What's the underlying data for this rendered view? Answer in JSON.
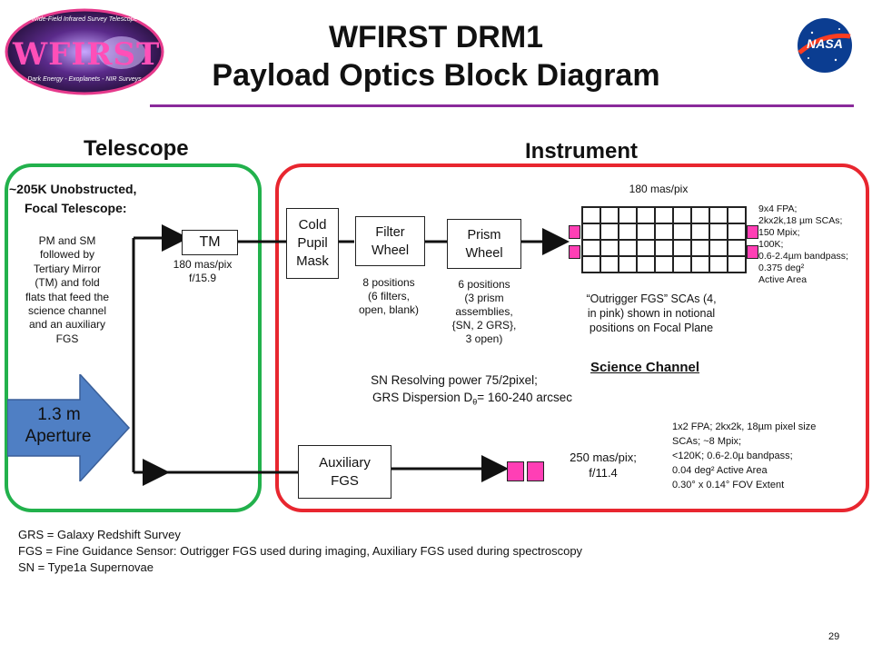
{
  "logo": {
    "text_main": "WFIRST",
    "arc_top": "Wide-Field Infrared Survey Telescope",
    "arc_bottom": "Dark Energy - Exoplanets - NIR Surveys"
  },
  "title": {
    "line1": "WFIRST DRM1",
    "line2": "Payload Optics Block Diagram"
  },
  "nasa_logo": {
    "text": "NASA"
  },
  "sections": {
    "telescope": "Telescope",
    "instrument": "Instrument",
    "science_channel": "Science Channel"
  },
  "telescope": {
    "spec_line1": "~205K Unobstructed,",
    "spec_line2": "Focal Telescope:",
    "description": [
      "PM and SM",
      "followed by",
      "Tertiary Mirror",
      "(TM) and fold",
      "flats that feed the",
      "science channel",
      "and an auxiliary",
      "FGS"
    ],
    "aperture_line1": "1.3 m",
    "aperture_line2": "Aperture",
    "tm_label": "TM",
    "tm_spec1": "180 mas/pix",
    "tm_spec2": "f/15.9"
  },
  "instrument": {
    "cold_pupil": [
      "Cold",
      "Pupil",
      "Mask"
    ],
    "filter_wheel": [
      "Filter",
      "Wheel"
    ],
    "filter_positions": [
      "8 positions",
      "(6 filters,",
      "open, blank)"
    ],
    "prism_wheel": [
      "Prism",
      "Wheel"
    ],
    "prism_positions": [
      "6 positions",
      "(3 prism",
      "assemblies,",
      "{SN, 2 GRS},",
      "3 open)"
    ],
    "fpa_scale": "180 mas/pix",
    "fpa_specs": [
      "9x4 FPA;",
      "2kx2k,18 µm SCAs;",
      "150 Mpix;",
      "100K;",
      "0.6-2.4µm bandpass;",
      "0.375 deg² ",
      "Active Area"
    ],
    "outrigger_note": [
      "“Outrigger FGS” SCAs (4,",
      "in pink) shown in notional",
      "positions on  Focal Plane"
    ],
    "sn_resolving": "SN Resolving power 75/2pixel;",
    "grs_dispersion_pre": "GRS Dispersion D",
    "grs_dispersion_sub": "θ",
    "grs_dispersion_post": "= 160-240 arcsec",
    "aux_fgs": [
      "Auxiliary",
      "FGS"
    ],
    "aux_scale1": "250 mas/pix;",
    "aux_scale2": "f/11.4",
    "aux_specs": [
      "1x2 FPA; 2kx2k, 18µm pixel size",
      "SCAs; ~8 Mpix;",
      "<120K;  0.6-2.0µ bandpass;",
      "0.04 deg² Active Area",
      " 0.30° x  0.14°  FOV Extent"
    ]
  },
  "footnotes": [
    "GRS = Galaxy Redshift Survey",
    "FGS = Fine Guidance Sensor:  Outrigger FGS used during imaging, Auxiliary FGS used during spectroscopy",
    "SN = Type1a Supernovae"
  ],
  "page_number": "29",
  "colors": {
    "accent_line": "#8a2a9b",
    "telescope_border": "#22b14c",
    "instrument_border": "#e8262f",
    "aperture_arrow": "#4f7fc4",
    "pink_sca": "#ff3fb5"
  }
}
